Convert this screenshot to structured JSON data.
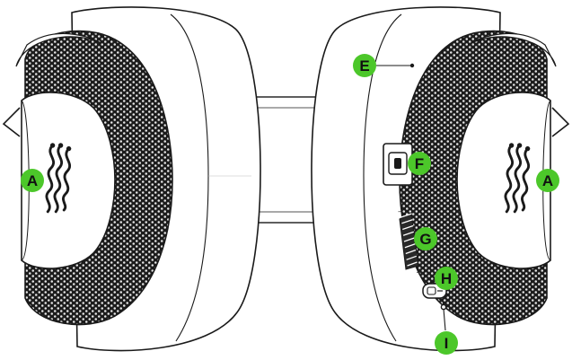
{
  "colors": {
    "callout_fill": "#4cc72a",
    "line": "#1a1a1a",
    "mesh_dark": "#1c1c1c",
    "mesh_light": "#e6e6e6",
    "background": "#ffffff"
  },
  "icons": {
    "logo": "razer-triple-snake-logo",
    "port": "usb-c-port-icon",
    "dial": "volume-wheel-icon",
    "button": "mic-mute-button-icon"
  },
  "callouts": [
    {
      "id": "left-cup",
      "label": "A"
    },
    {
      "id": "right-cup",
      "label": "A"
    },
    {
      "id": "mic-hole",
      "label": "E"
    },
    {
      "id": "usb-port",
      "label": "F"
    },
    {
      "id": "volume-wheel",
      "label": "G"
    },
    {
      "id": "mic-button",
      "label": "H"
    },
    {
      "id": "mic-jack",
      "label": "I"
    }
  ],
  "dial_signs": {
    "minus": "–",
    "plus": "+"
  }
}
